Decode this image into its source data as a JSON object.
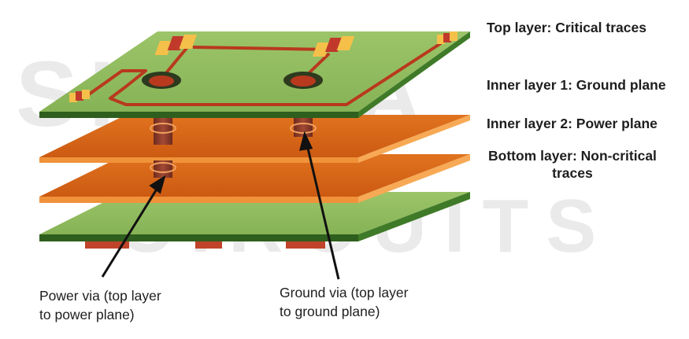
{
  "watermark": {
    "line1": "SIERRA",
    "line2": "CIRCUITS"
  },
  "layer_labels": {
    "top": "Top layer: Critical traces",
    "inner1": "Inner layer 1: Ground plane",
    "inner2": "Inner layer 2: Power plane",
    "bottom_line1": "Bottom layer: Non-critical",
    "bottom_line2": "traces"
  },
  "callouts": {
    "power_via": {
      "line1": "Power via (top layer",
      "line2": "to power plane)"
    },
    "ground_via": {
      "line1": "Ground via (top layer",
      "line2": "to ground plane)"
    }
  },
  "colors": {
    "board_green": "#8bb65a",
    "board_edge": "#2f5f1e",
    "copper_orange": "#d9661a",
    "copper_edge": "#f0923a",
    "trace_red": "#b8391e",
    "via_barrel": "#8b3a2a",
    "component_yellow": "#f5c04a",
    "watermark_gray": "#ececec"
  }
}
